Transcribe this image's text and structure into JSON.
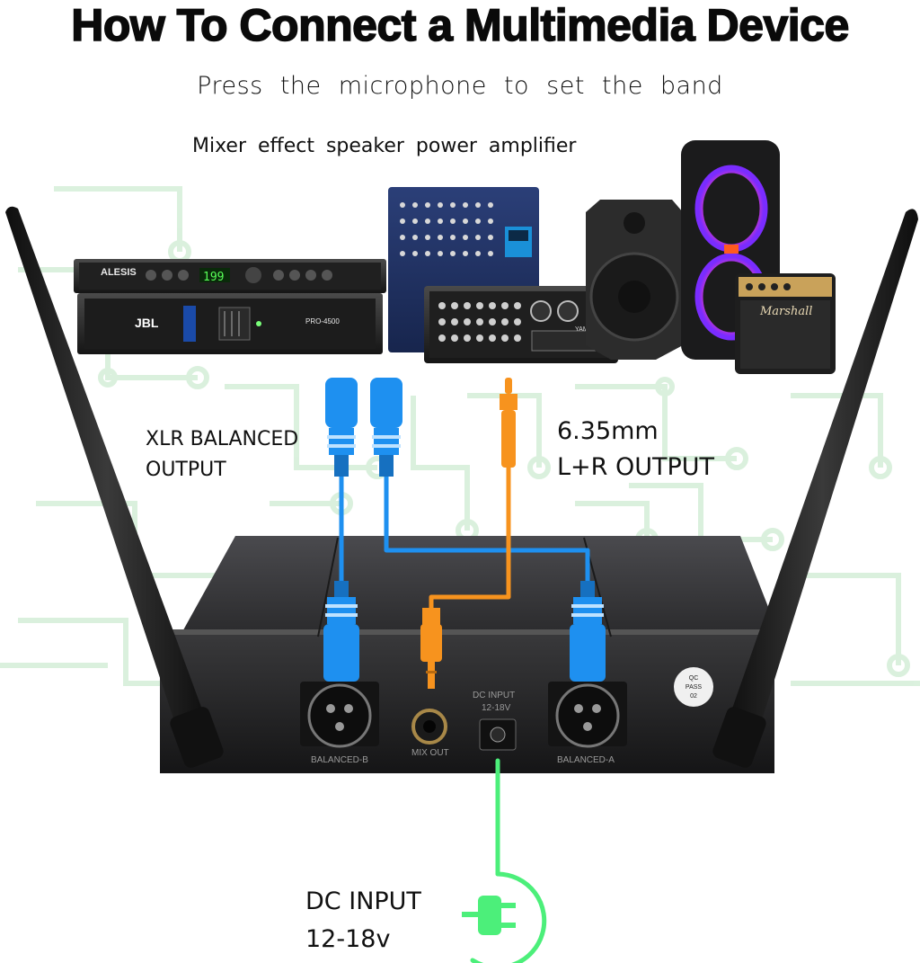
{
  "title": "How To Connect a Multimedia Device",
  "subtitle": "Press the microphone to set the band",
  "devices_label": "Mixer effect speaker power amplifier",
  "outputs": {
    "xlr": {
      "line1": "XLR BALANCED",
      "line2": "OUTPUT"
    },
    "jack": {
      "line1": "6.35mm",
      "line2": "L+R OUTPUT"
    }
  },
  "input": {
    "line1": "DC INPUT",
    "line2": "12-18v"
  },
  "device_brands": {
    "effects": "ALESIS",
    "effects_display": "199",
    "amplifier": "JBL",
    "amplifier_model": "PRO-4500",
    "guitar_amp": "Marshall",
    "mixer_amp": "YAMAHA"
  },
  "receiver_ports": {
    "balanced_b": "BALANCED-B",
    "mix_out": "MIX OUT",
    "dc_input": "DC INPUT",
    "dc_voltage": "12-18V",
    "balanced_a": "BALANCED-A",
    "qc_line1": "QC",
    "qc_line2": "PASS",
    "qc_line3": "02"
  },
  "colors": {
    "xlr_cable": "#1e90f0",
    "jack_cable": "#f7931e",
    "dc_cable": "#4cef7a",
    "circuit_bg": "#d8f0dc",
    "receiver_body": "#1c1c1e"
  }
}
